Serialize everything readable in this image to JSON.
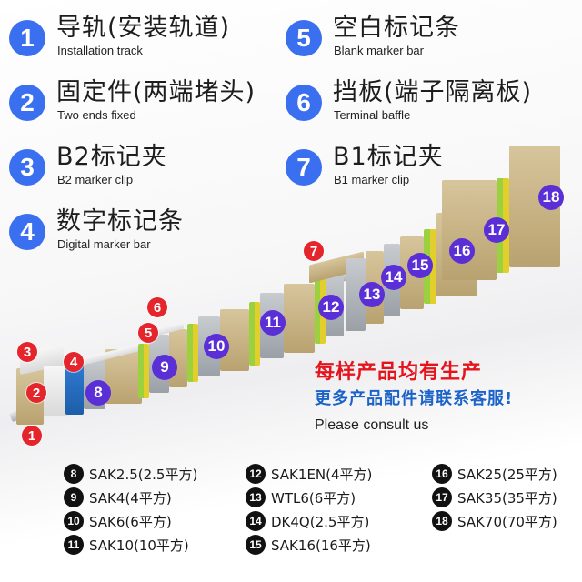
{
  "legend": [
    {
      "num": "1",
      "zh": "导轨(安装轨道)",
      "en": "Installation track"
    },
    {
      "num": "2",
      "zh": "固定件(两端堵头)",
      "en": "Two ends fixed"
    },
    {
      "num": "3",
      "zh": "B2标记夹",
      "en": "B2 marker clip"
    },
    {
      "num": "4",
      "zh": "数字标记条",
      "en": "Digital marker bar"
    },
    {
      "num": "5",
      "zh": "空白标记条",
      "en": "Blank marker bar"
    },
    {
      "num": "6",
      "zh": "挡板(端子隔离板)",
      "en": "Terminal baffle"
    },
    {
      "num": "7",
      "zh": "B1标记夹",
      "en": "B1 marker clip"
    }
  ],
  "product_callouts": {
    "red": [
      "1",
      "2",
      "3",
      "4",
      "5",
      "6",
      "7"
    ],
    "purple": [
      "8",
      "9",
      "10",
      "11",
      "12",
      "13",
      "14",
      "15",
      "16",
      "17",
      "18"
    ]
  },
  "promo": {
    "line1": "每样产品均有生产",
    "line2": "更多产品配件请联系客服!",
    "line3": "Please consult us"
  },
  "specs": [
    {
      "num": "8",
      "label": "SAK2.5(2.5平方)"
    },
    {
      "num": "9",
      "label": "SAK4(4平方)"
    },
    {
      "num": "10",
      "label": "SAK6(6平方)"
    },
    {
      "num": "11",
      "label": "SAK10(10平方)"
    },
    {
      "num": "12",
      "label": "SAK1EN(4平方)"
    },
    {
      "num": "13",
      "label": "WTL6(6平方)"
    },
    {
      "num": "14",
      "label": "DK4Q(2.5平方)"
    },
    {
      "num": "15",
      "label": "SAK16(16平方)"
    },
    {
      "num": "16",
      "label": "SAK25(25平方)"
    },
    {
      "num": "17",
      "label": "SAK35(35平方)"
    },
    {
      "num": "18",
      "label": "SAK70(70平方)"
    }
  ],
  "colors": {
    "legend_badge": "#3a6ff0",
    "callout_red": "#e5252c",
    "callout_purple": "#5b2fd6",
    "promo_red": "#e5141c",
    "promo_blue": "#1b63c8"
  }
}
